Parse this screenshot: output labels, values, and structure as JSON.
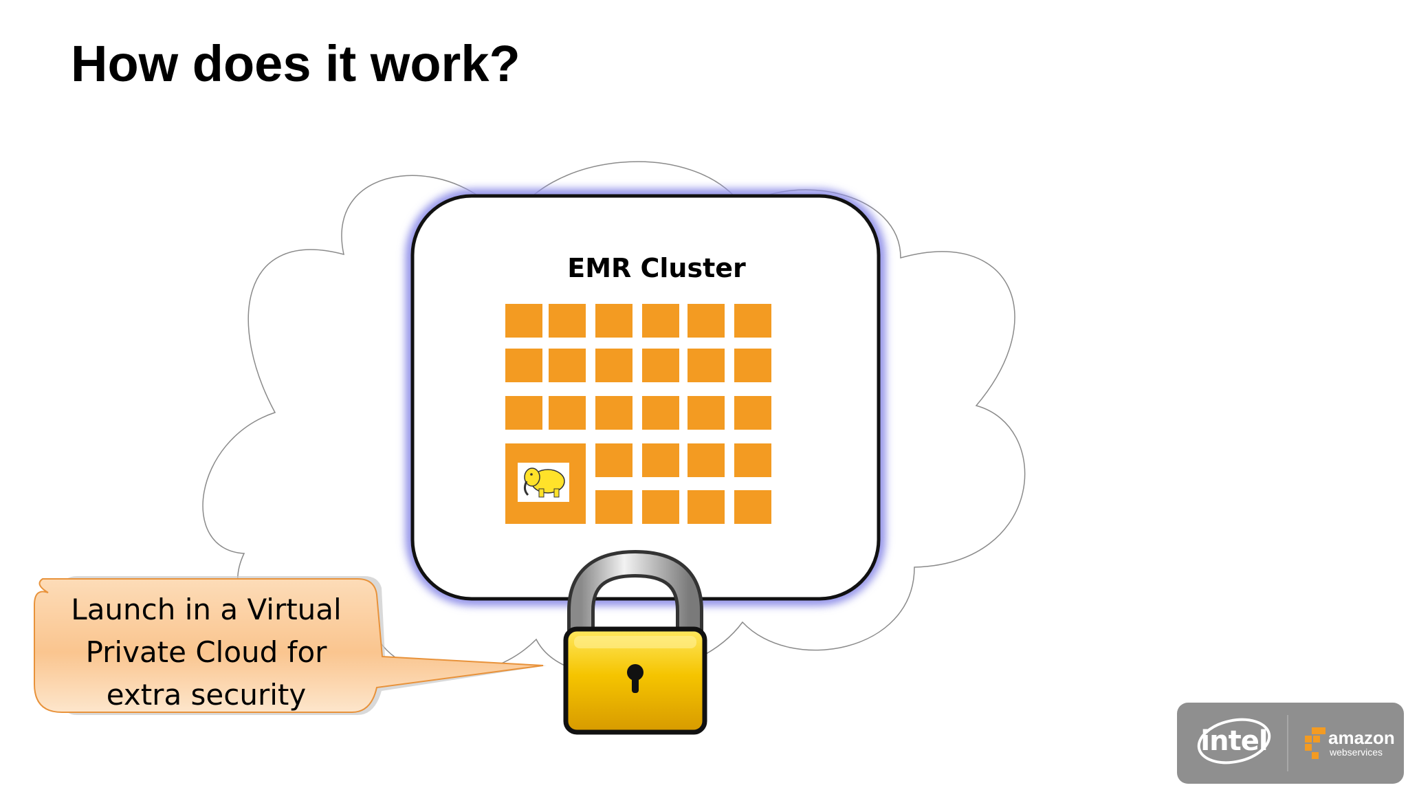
{
  "slide": {
    "title": "How does it work?"
  },
  "cluster": {
    "label": "EMR Cluster",
    "node_color": "#F39B22",
    "grid_rows": 5,
    "grid_cols": 6,
    "master_icon": "hadoop-elephant-icon"
  },
  "callout": {
    "line1": "Launch in a Virtual",
    "line2": "Private Cloud for",
    "line3": "extra security",
    "fill_color": "#FAC58F"
  },
  "lock": {
    "icon": "padlock-icon",
    "body_color": "#F5C400"
  },
  "logos": {
    "intel_text": "intel",
    "aws_main": "amazon",
    "aws_sub": "webservices"
  }
}
